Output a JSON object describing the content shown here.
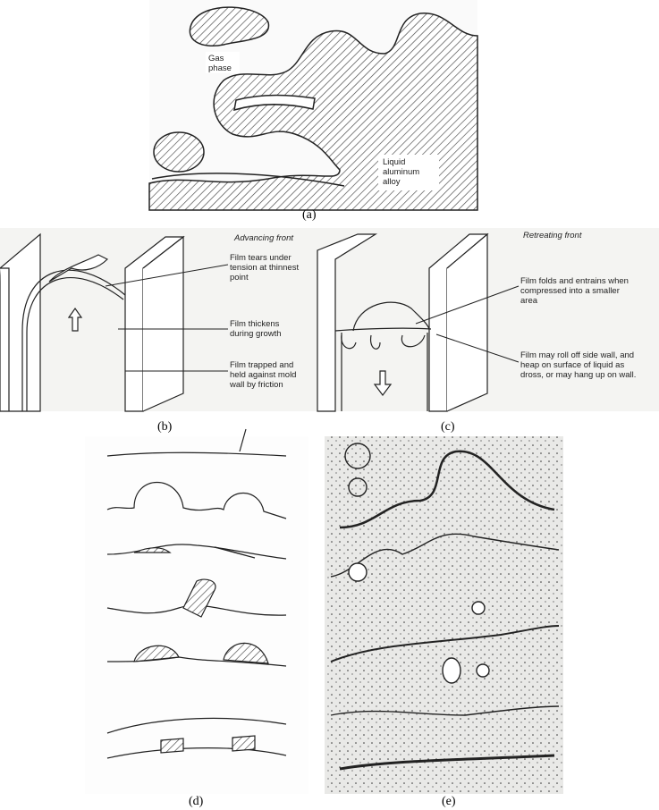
{
  "panel_a": {
    "caption": "(a)",
    "gas_label": "Gas phase",
    "liquid_label": "Liquid aluminum alloy"
  },
  "panel_b": {
    "caption": "(b)",
    "title": "Advancing front",
    "notes": [
      "Film tears under tension at thinnest point",
      "Film thickens during growth",
      "Film trapped and held against mold wall by friction"
    ]
  },
  "panel_c": {
    "caption": "(c)",
    "title": "Retreating front",
    "notes": [
      "Film folds and entrains when compressed into a smaller area",
      "Film may roll off side wall, and heap on surface of liquid as dross, or may hang up on wall."
    ]
  },
  "panel_d": {
    "caption": "(d)"
  },
  "panel_e": {
    "caption": "(e)"
  }
}
